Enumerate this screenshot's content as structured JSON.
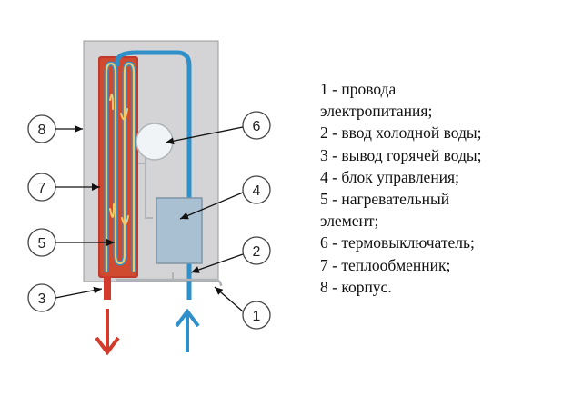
{
  "callouts": [
    {
      "id": "8",
      "label": "8"
    },
    {
      "id": "7",
      "label": "7"
    },
    {
      "id": "5",
      "label": "5"
    },
    {
      "id": "3",
      "label": "3"
    },
    {
      "id": "6",
      "label": "6"
    },
    {
      "id": "4",
      "label": "4"
    },
    {
      "id": "2",
      "label": "2"
    },
    {
      "id": "1",
      "label": "1"
    }
  ],
  "legend": {
    "lines": [
      "1 - провода",
      "электропитания;",
      "2 - ввод холодной воды;",
      "3 - вывод горячей воды;",
      "4 - блок управления;",
      "5 - нагревательный",
      "элемент;",
      "6 - термовыключатель;",
      "7 - теплообменник;",
      "8 - корпус."
    ]
  },
  "colors": {
    "housing": "#d4d4d6",
    "housing_border": "#9a9a9a",
    "cold_water": "#2f8fc9",
    "hot_water": "#d23b2b",
    "heater_copper": "#b5651d",
    "heater_core": "#f2c96a",
    "control_block": "#a9c0d2",
    "thermostat": "#f0f4f6"
  }
}
